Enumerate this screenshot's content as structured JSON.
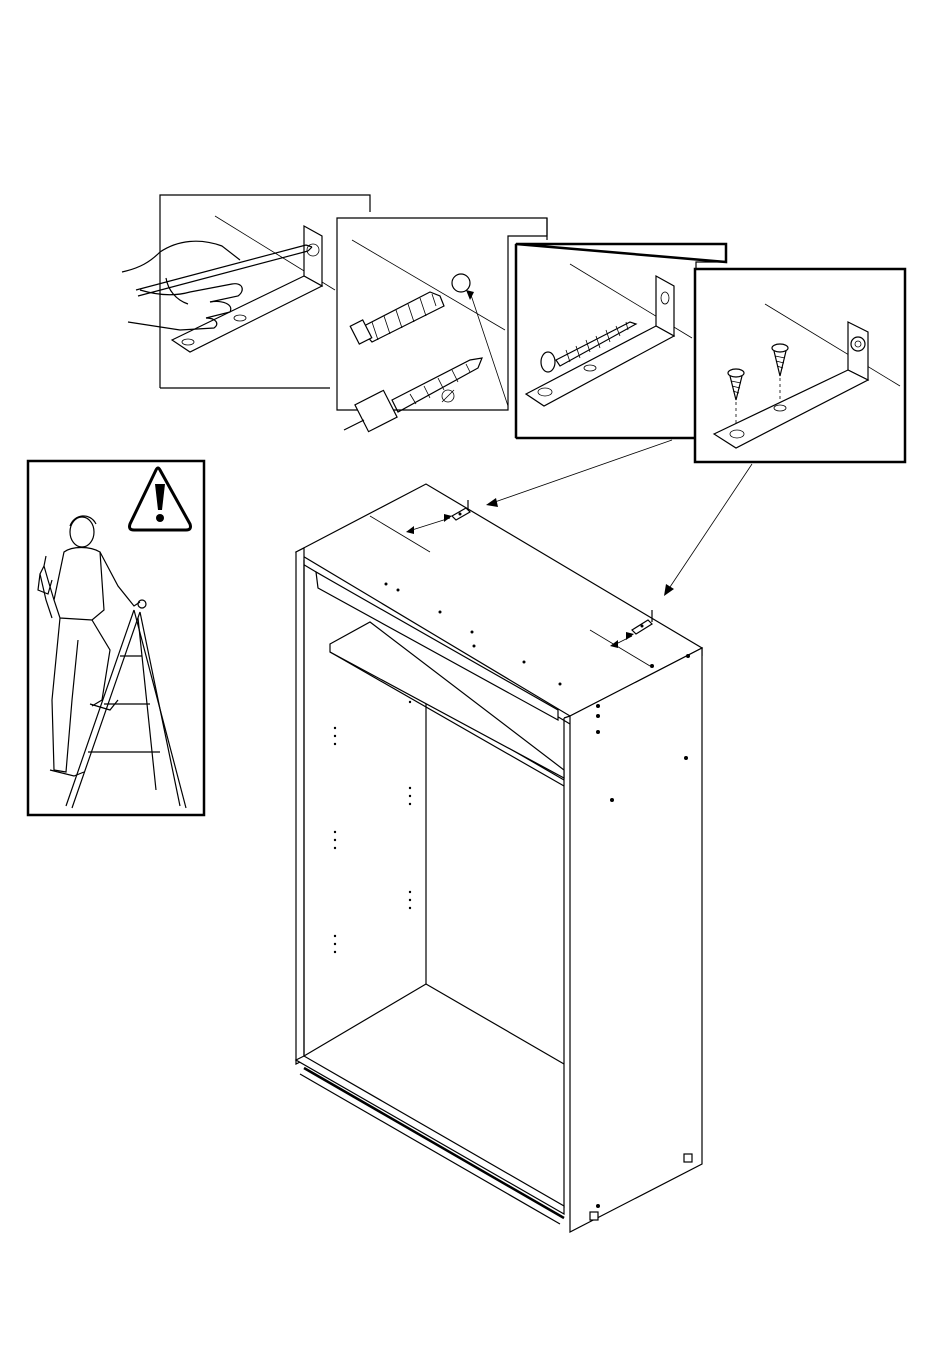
{
  "document": {
    "type": "assembly-instruction-page",
    "panels": [
      {
        "id": "step-mark-holes",
        "icon": "pencil-marking-icon"
      },
      {
        "id": "step-drill-and-dowel",
        "icon": "drill-and-wall-plug-icon"
      },
      {
        "id": "step-screw-to-wall",
        "icon": "wall-screw-icon"
      },
      {
        "id": "step-screw-to-cabinet",
        "icon": "short-screws-icon"
      }
    ],
    "safety_panel": {
      "icon": "warning-triangle-icon",
      "figure": "person-on-stepladder-icon"
    },
    "main_figure": {
      "icon": "wardrobe-carcass-icon",
      "brackets": 2
    }
  }
}
